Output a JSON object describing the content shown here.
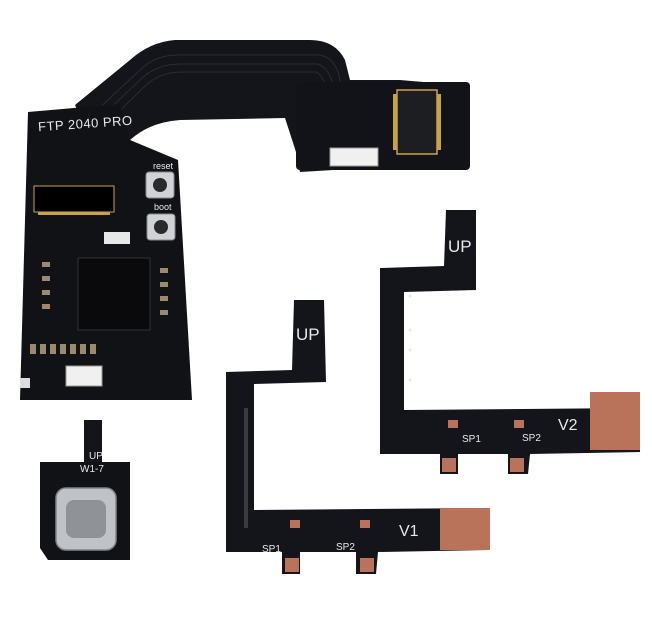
{
  "photo": {
    "main_board_label": "FTP 2040 PRO",
    "reset_label": "reset",
    "boot_label": "boot",
    "usb_up_label": "UP",
    "usb_version_label": "W1-7",
    "v1_up_label": "UP",
    "v1_sp1_label": "SP1",
    "v1_sp2_label": "SP2",
    "v1_version_label": "V1",
    "v2_up_label": "UP",
    "v2_sp1_label": "SP1",
    "v2_sp2_label": "SP2",
    "v2_version_label": "V2"
  },
  "colors": {
    "background": "#ffffff",
    "pcb": "#111216",
    "flex": "#14151a",
    "silkscreen": "#e8e8e8",
    "copper": "#b8735a",
    "gold": "#c9a24a",
    "steel": "#bfc3c8"
  }
}
